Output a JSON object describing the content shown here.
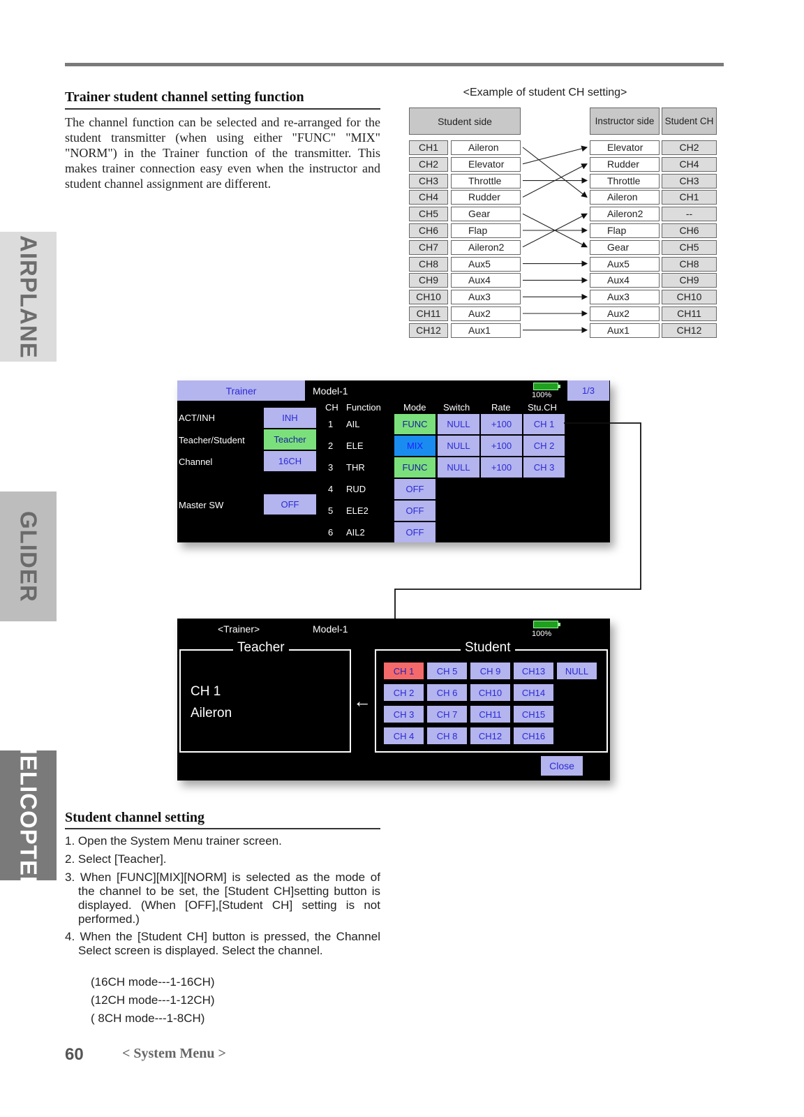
{
  "section1": {
    "title": "Trainer student channel setting function",
    "body": "The channel function can be selected and re-arranged for the student transmitter (when using either \"FUNC\" \"MIX\" \"NORM\") in the Trainer function of the transmitter. This makes trainer connection easy even when the instructor and student channel assignment are different."
  },
  "sidetabs": [
    "AIRPLANE",
    "GLIDER",
    "HELICOPTER"
  ],
  "example": {
    "caption": "<Example of student CH setting>",
    "student_header": "Student side",
    "instructor_header": "Instructor side",
    "studentch_header": "Student CH",
    "student_rows": [
      {
        "ch": "CH1",
        "fn": "Aileron"
      },
      {
        "ch": "CH2",
        "fn": "Elevator"
      },
      {
        "ch": "CH3",
        "fn": "Throttle"
      },
      {
        "ch": "CH4",
        "fn": "Rudder"
      },
      {
        "ch": "CH5",
        "fn": "Gear"
      },
      {
        "ch": "CH6",
        "fn": "Flap"
      },
      {
        "ch": "CH7",
        "fn": "Aileron2"
      },
      {
        "ch": "CH8",
        "fn": "Aux5"
      },
      {
        "ch": "CH9",
        "fn": "Aux4"
      },
      {
        "ch": "CH10",
        "fn": "Aux3"
      },
      {
        "ch": "CH11",
        "fn": "Aux2"
      },
      {
        "ch": "CH12",
        "fn": "Aux1"
      }
    ],
    "instructor_rows": [
      {
        "fn": "Elevator",
        "sch": "CH2"
      },
      {
        "fn": "Rudder",
        "sch": "CH4"
      },
      {
        "fn": "Throttle",
        "sch": "CH3"
      },
      {
        "fn": "Aileron",
        "sch": "CH1"
      },
      {
        "fn": "Aileron2",
        "sch": "--"
      },
      {
        "fn": "Flap",
        "sch": "CH6"
      },
      {
        "fn": "Gear",
        "sch": "CH5"
      },
      {
        "fn": "Aux5",
        "sch": "CH8"
      },
      {
        "fn": "Aux4",
        "sch": "CH9"
      },
      {
        "fn": "Aux3",
        "sch": "CH10"
      },
      {
        "fn": "Aux2",
        "sch": "CH11"
      },
      {
        "fn": "Aux1",
        "sch": "CH12"
      }
    ]
  },
  "screen1": {
    "title": "Trainer",
    "model": "Model-1",
    "battery": "100%",
    "page": "1/3",
    "labels": {
      "act": "ACT/INH",
      "ts": "Teacher/Student",
      "channel": "Channel",
      "master": "Master SW"
    },
    "values": {
      "act": "INH",
      "ts": "Teacher",
      "channel": "16CH",
      "master": "OFF"
    },
    "headers": {
      "ch": "CH",
      "function": "Function",
      "mode": "Mode",
      "switch": "Switch",
      "rate": "Rate",
      "stuch": "Stu.CH"
    },
    "rows": [
      {
        "ch": "1",
        "fn": "AIL",
        "mode": "FUNC",
        "sw": "NULL",
        "rate": "+100",
        "stu": "CH 1"
      },
      {
        "ch": "2",
        "fn": "ELE",
        "mode": "MIX",
        "sw": "NULL",
        "rate": "+100",
        "stu": "CH 2"
      },
      {
        "ch": "3",
        "fn": "THR",
        "mode": "FUNC",
        "sw": "NULL",
        "rate": "+100",
        "stu": "CH 3"
      },
      {
        "ch": "4",
        "fn": "RUD",
        "mode": "OFF"
      },
      {
        "ch": "5",
        "fn": "ELE2",
        "mode": "OFF"
      },
      {
        "ch": "6",
        "fn": "AIL2",
        "mode": "OFF"
      }
    ]
  },
  "screen2": {
    "title": "<Trainer>",
    "model": "Model-1",
    "battery": "100%",
    "teacher_title": "Teacher",
    "teacher_ch": "CH 1",
    "teacher_fn": "Aileron",
    "arrow": "←",
    "student_title": "Student",
    "buttons": [
      [
        "CH 1",
        "CH 5",
        "CH 9",
        "CH13",
        "NULL"
      ],
      [
        "CH 2",
        "CH 6",
        "CH10",
        "CH14"
      ],
      [
        "CH 3",
        "CH 7",
        "CH11",
        "CH15"
      ],
      [
        "CH 4",
        "CH 8",
        "CH12",
        "CH16"
      ]
    ],
    "close": "Close"
  },
  "section2": {
    "title": "Student channel setting",
    "steps": [
      "1. Open the System Menu trainer screen.",
      "2. Select [Teacher].",
      "3. When [FUNC][MIX][NORM] is selected as the mode of the channel to be set, the [Student CH]setting button is displayed. (When [OFF],[Student CH] setting is not performed.)",
      "4. When the [Student CH] button is pressed, the Channel Select screen is displayed. Select the channel."
    ],
    "modes": [
      "(16CH mode---1-16CH)",
      "(12CH mode---1-12CH)",
      "( 8CH mode---1-8CH)"
    ]
  },
  "footer": {
    "page": "60",
    "section": "< System Menu >"
  }
}
